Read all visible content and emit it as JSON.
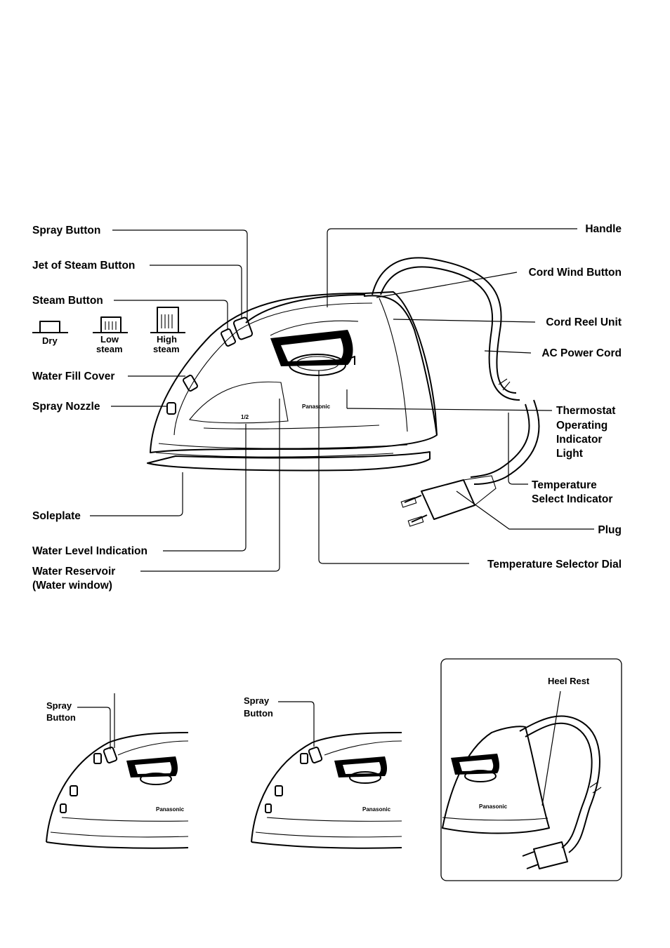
{
  "main_diagram": {
    "left_labels": {
      "spray_button": "Spray Button",
      "jet_of_steam_button": "Jet of Steam Button",
      "steam_button": "Steam Button",
      "water_fill_cover": "Water Fill Cover",
      "spray_nozzle": "Spray Nozzle",
      "soleplate": "Soleplate",
      "water_level_indication": "Water Level Indication",
      "water_reservoir": "Water Reservoir",
      "water_window": "(Water window)"
    },
    "right_labels": {
      "handle": "Handle",
      "cord_wind_button": "Cord Wind Button",
      "cord_reel_unit": "Cord Reel Unit",
      "ac_power_cord": "AC Power Cord",
      "thermostat_line1": "Thermostat",
      "thermostat_line2": "Operating",
      "thermostat_line3": "Indicator",
      "thermostat_line4": "Light",
      "temp_select_line1": "Temperature",
      "temp_select_line2": "Select Indicator",
      "plug": "Plug",
      "temperature_selector_dial": "Temperature Selector Dial"
    },
    "steam_modes": {
      "dry": "Dry",
      "low_line1": "Low",
      "low_line2": "steam",
      "high_line1": "High",
      "high_line2": "steam"
    },
    "brand": "Panasonic"
  },
  "variant_left": {
    "label_line1": "Spray",
    "label_line2": "Button",
    "brand": "Panasonic"
  },
  "variant_middle": {
    "label_line1": "Spray",
    "label_line2": "Button",
    "brand": "Panasonic"
  },
  "variant_right": {
    "label": "Heel Rest",
    "brand": "Panasonic"
  }
}
